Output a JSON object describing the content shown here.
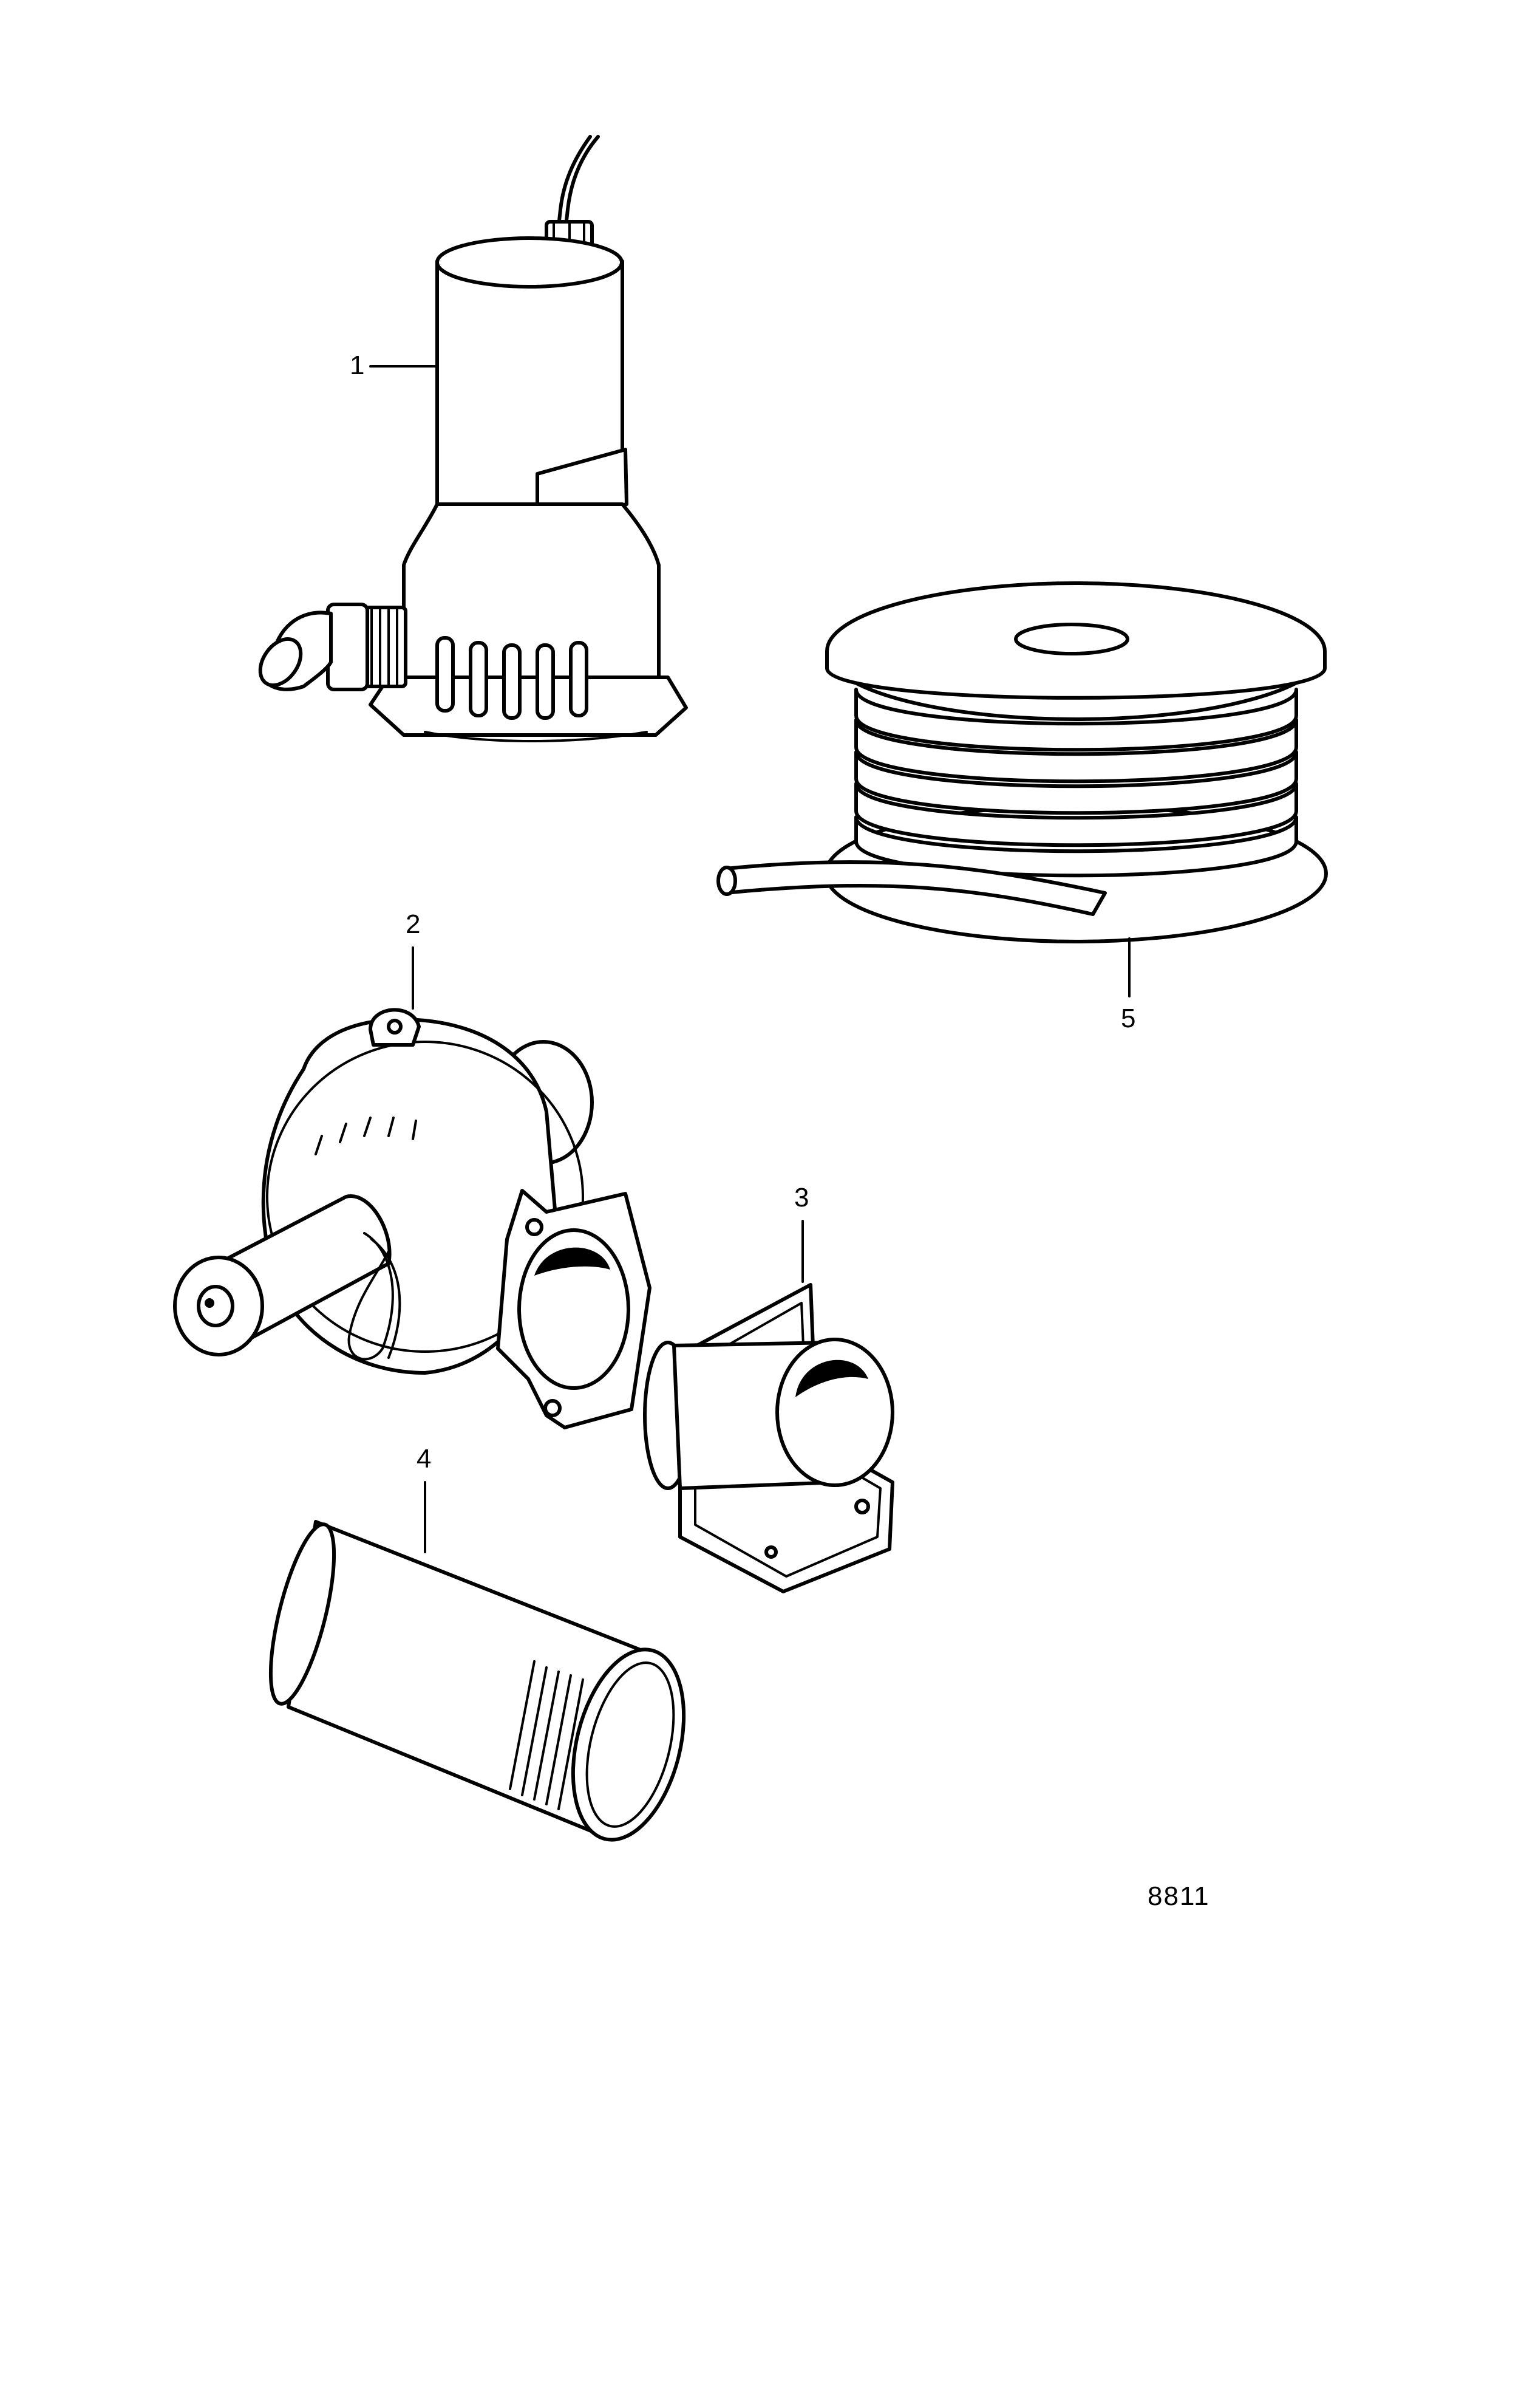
{
  "diagram": {
    "figure_number": "8811",
    "callouts": [
      {
        "id": "1",
        "label": "1",
        "part": "submersible-pump"
      },
      {
        "id": "2",
        "label": "2",
        "part": "blower-fan"
      },
      {
        "id": "3",
        "label": "3",
        "part": "flange-adapter"
      },
      {
        "id": "4",
        "label": "4",
        "part": "threaded-pipe"
      },
      {
        "id": "5",
        "label": "5",
        "part": "hose-reel"
      }
    ]
  }
}
